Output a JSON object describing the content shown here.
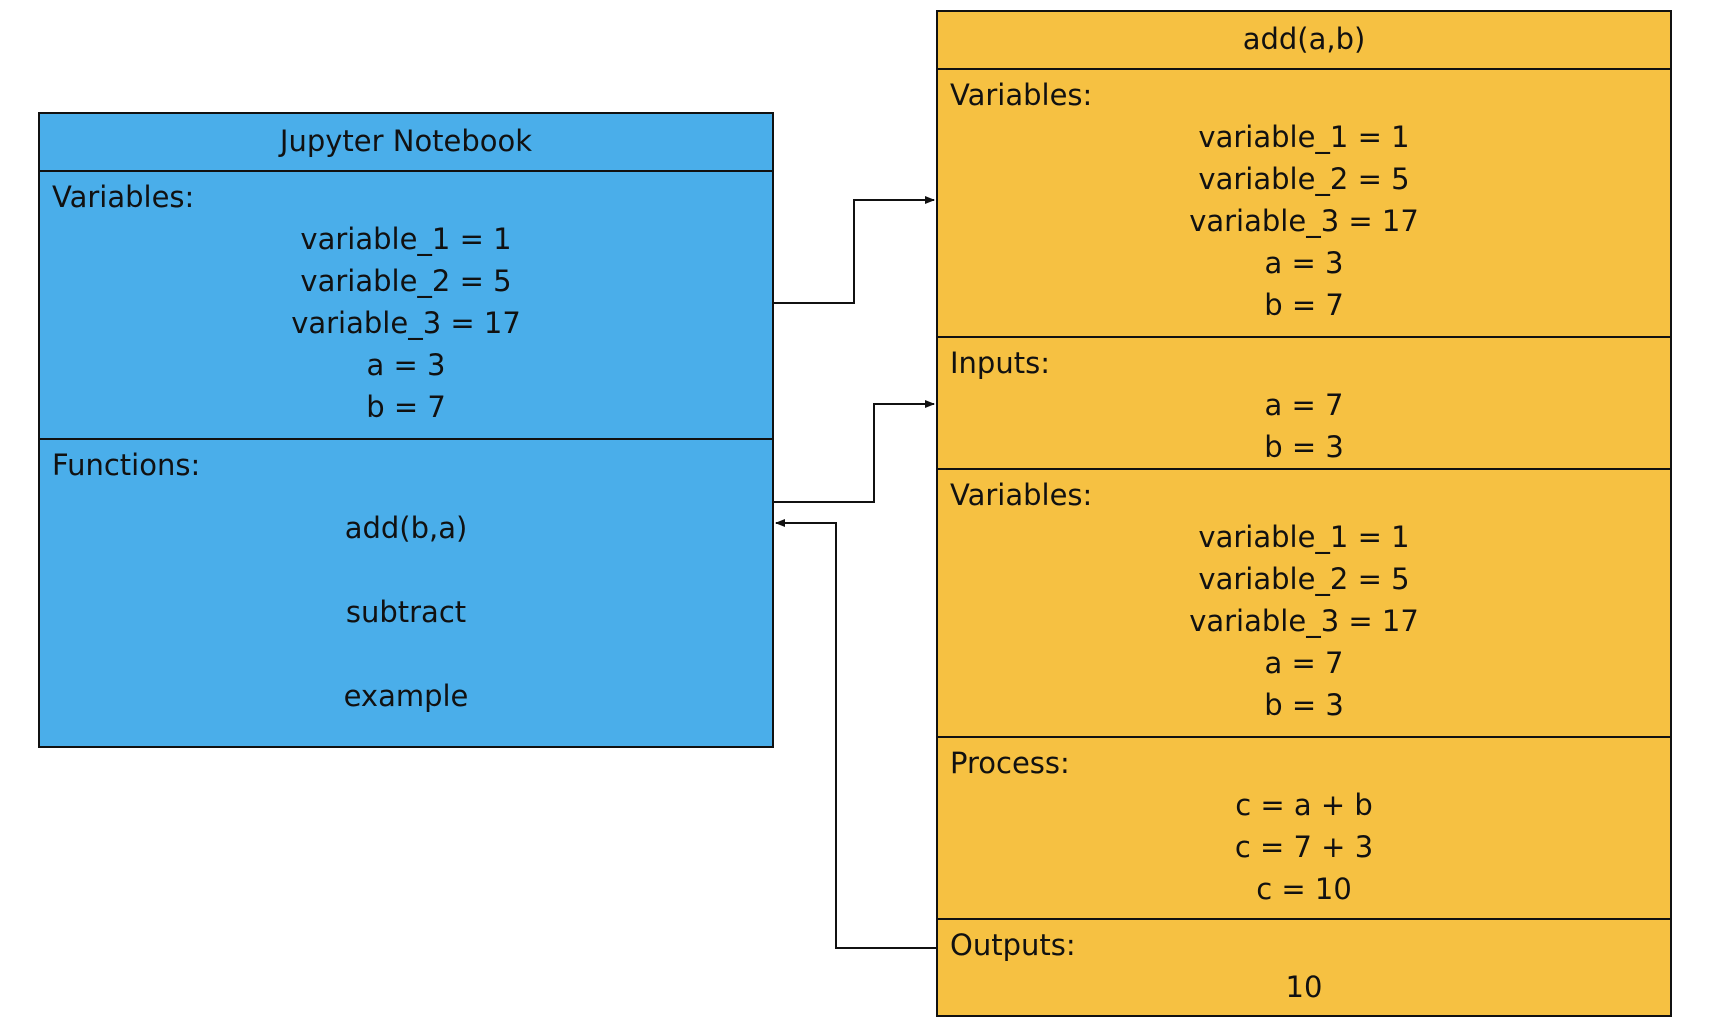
{
  "notebook": {
    "title": "Jupyter Notebook",
    "variables_label": "Variables:",
    "variables": [
      "variable_1 = 1",
      "variable_2 = 5",
      "variable_3 = 17",
      "a = 3",
      "b = 7"
    ],
    "functions_label": "Functions:",
    "functions": [
      "add(b,a)",
      "subtract",
      "example"
    ]
  },
  "function_box": {
    "title": "add(a,b)",
    "outer_variables_label": "Variables:",
    "outer_variables": [
      "variable_1 = 1",
      "variable_2 = 5",
      "variable_3 = 17",
      "a = 3",
      "b = 7"
    ],
    "inputs_label": "Inputs:",
    "inputs": [
      "a = 7",
      "b = 3"
    ],
    "local_variables_label": "Variables:",
    "local_variables": [
      "variable_1 = 1",
      "variable_2 = 5",
      "variable_3 = 17",
      "a = 7",
      "b = 3"
    ],
    "process_label": "Process:",
    "process": [
      "c = a + b",
      "c = 7 + 3",
      "c = 10"
    ],
    "outputs_label": "Outputs:",
    "outputs": [
      "10"
    ]
  },
  "colors": {
    "notebook_fill": "#4aaeea",
    "function_fill": "#f6c142",
    "line": "#111111"
  }
}
